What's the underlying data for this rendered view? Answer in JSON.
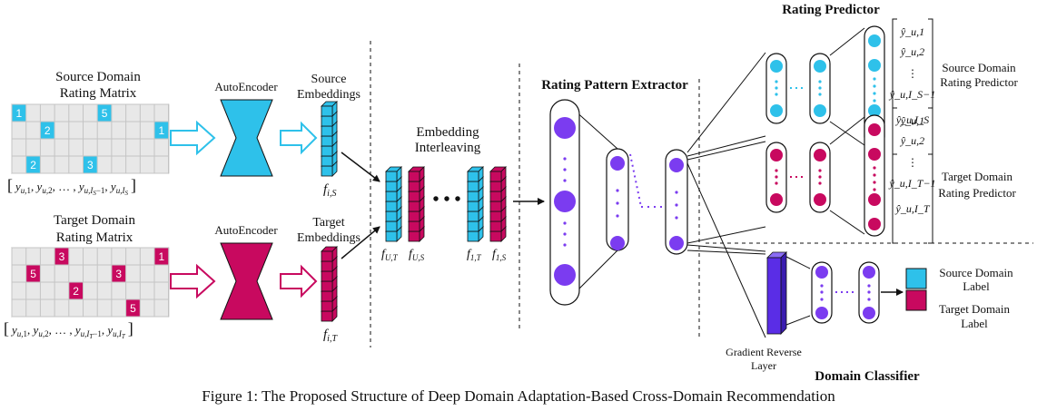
{
  "colors": {
    "source": "#2ec1ea",
    "target": "#c8095f",
    "node": "#7b3cf0",
    "grl": "#5a2de6",
    "grid": "#dcdcdc"
  },
  "source": {
    "title_line1": "Source Domain",
    "title_line2": "Rating Matrix",
    "ratings": [
      "1",
      "5",
      "2",
      "1",
      "2",
      "3"
    ],
    "vector": "[ y_u,1 , y_u,2 , … , y_u,I_S−1 , y_u,I_S ]"
  },
  "target": {
    "title_line1": "Target Domain",
    "title_line2": "Rating Matrix",
    "ratings": [
      "3",
      "1",
      "5",
      "3",
      "2",
      "5"
    ],
    "vector": "[ y_u,1 , y_u,2 , … , y_u,I_T−1 , y_u,I_T ]"
  },
  "autoencoder_source": "AutoEncoder",
  "autoencoder_target": "AutoEncoder",
  "source_embeddings": {
    "line1": "Source",
    "line2": "Embeddings",
    "symbol": "f_i,S"
  },
  "target_embeddings": {
    "line1": "Target",
    "line2": "Embeddings",
    "symbol": "f_i,T"
  },
  "interleaving": {
    "line1": "Embedding",
    "line2": "Interleaving",
    "labels": [
      "f_U,T",
      "f_U,S",
      "f_1,T",
      "f_1,S"
    ],
    "ellipsis": "• • •"
  },
  "extractor_title": "Rating Pattern Extractor",
  "rating_predictor_title": "Rating Predictor",
  "source_predictor": {
    "line1": "Source Domain",
    "line2": "Rating Predictor",
    "outputs": [
      "ŷ_u,1",
      "ŷ_u,2",
      "⋮",
      "ŷ_u,I_S−1",
      "ŷ_u,I_S"
    ]
  },
  "target_predictor": {
    "line1": "Target Domain",
    "line2": "Rating Predictor",
    "outputs": [
      "ŷ_u,1",
      "ŷ_u,2",
      "⋮",
      "ŷ_u,I_T−1",
      "ŷ_u,I_T"
    ]
  },
  "grl": {
    "line1": "Gradient Reverse",
    "line2": "Layer"
  },
  "domain_classifier_title": "Domain Classifier",
  "legend": {
    "source_line1": "Source Domain",
    "source_line2": "Label",
    "target_line1": "Target Domain",
    "target_line2": "Label"
  },
  "caption": "Figure 1: The Proposed Structure of Deep Domain Adaptation-Based Cross-Domain Recommendation"
}
